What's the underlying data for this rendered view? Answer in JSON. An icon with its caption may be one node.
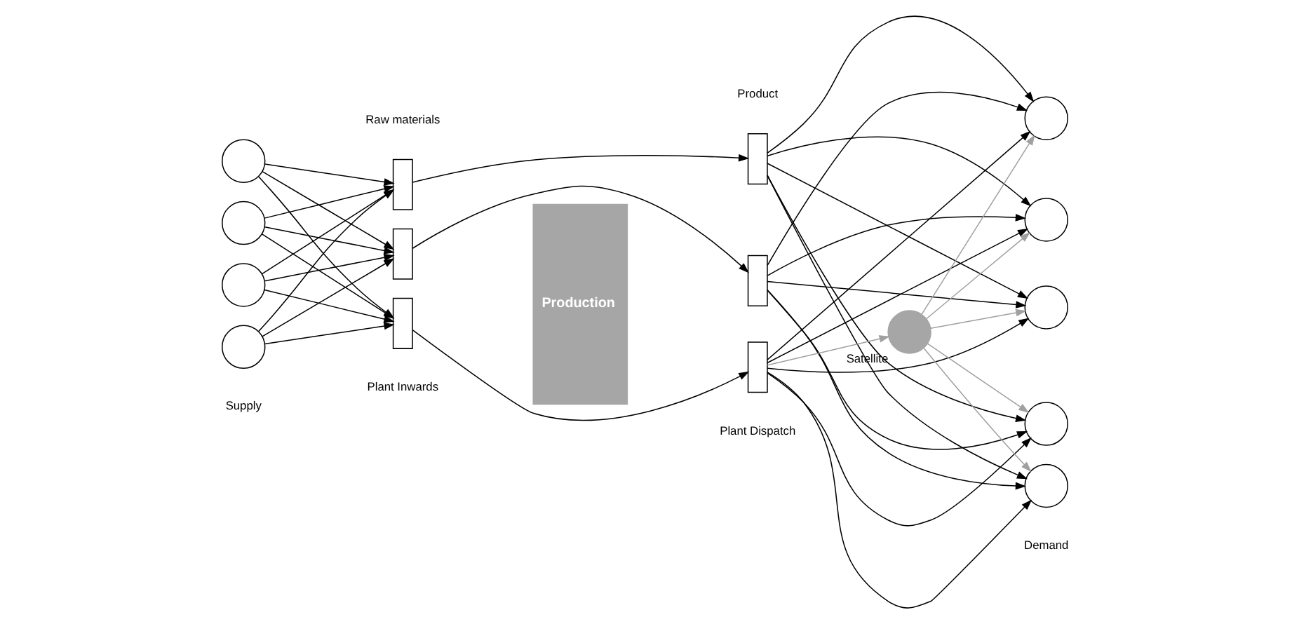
{
  "diagram": {
    "nodes": [
      {
        "text": [],
        "shape": "circle"
      },
      {
        "text": [],
        "shape": "circle"
      },
      {
        "text": [],
        "shape": "circle"
      },
      {
        "text": [],
        "shape": "circle"
      },
      {
        "text": [],
        "shape": "box"
      },
      {
        "text": [],
        "shape": "box"
      },
      {
        "text": [],
        "shape": "box"
      },
      {
        "text": [
          "Production"
        ]
      },
      {
        "text": [],
        "shape": "box"
      },
      {
        "text": [],
        "shape": "box"
      },
      {
        "text": [],
        "shape": "box"
      },
      {
        "text": [],
        "shape": "circle",
        "beside": [
          "Satellite"
        ]
      },
      {
        "text": [],
        "shape": "circle"
      },
      {
        "text": [],
        "shape": "circle"
      },
      {
        "text": [],
        "shape": "circle"
      },
      {
        "text": [],
        "shape": "circle"
      },
      {
        "text": [],
        "shape": "circle"
      }
    ],
    "edges": [
      {
        "from": 0,
        "to": 4,
        "arrow": "to"
      },
      {
        "from": 0,
        "to": 5,
        "arrow": "to"
      },
      {
        "from": 0,
        "to": 6,
        "arrow": "to"
      },
      {
        "from": 1,
        "to": 4,
        "arrow": "to"
      },
      {
        "from": 1,
        "to": 5,
        "arrow": "to"
      },
      {
        "from": 1,
        "to": 6,
        "arrow": "to"
      },
      {
        "from": 2,
        "to": 4,
        "arrow": "to"
      },
      {
        "from": 2,
        "to": 5,
        "arrow": "to"
      },
      {
        "from": 2,
        "to": 6,
        "arrow": "to"
      },
      {
        "from": 3,
        "to": 4,
        "arrow": "to"
      },
      {
        "from": 3,
        "to": 5,
        "arrow": "to"
      },
      {
        "from": 3,
        "to": 6,
        "arrow": "to"
      },
      {
        "from": 4,
        "to": 8,
        "arrow": "to"
      },
      {
        "from": 5,
        "to": 9,
        "arrow": "to"
      },
      {
        "from": 6,
        "to": 10,
        "arrow": "to"
      },
      {
        "from": 8,
        "to": 12,
        "arrow": "to"
      },
      {
        "from": 8,
        "to": 13,
        "arrow": "to"
      },
      {
        "from": 8,
        "to": 14,
        "arrow": "to"
      },
      {
        "from": 8,
        "to": 15,
        "arrow": "to"
      },
      {
        "from": 8,
        "to": 16,
        "arrow": "to"
      },
      {
        "from": 9,
        "to": 12,
        "arrow": "to"
      },
      {
        "from": 9,
        "to": 13,
        "arrow": "to"
      },
      {
        "from": 9,
        "to": 14,
        "arrow": "to"
      },
      {
        "from": 9,
        "to": 15,
        "arrow": "to"
      },
      {
        "from": 9,
        "to": 16,
        "arrow": "to"
      },
      {
        "from": 10,
        "to": 12,
        "arrow": "to"
      },
      {
        "from": 10,
        "to": 13,
        "arrow": "to"
      },
      {
        "from": 10,
        "to": 14,
        "arrow": "to"
      },
      {
        "from": 10,
        "to": 15,
        "arrow": "to"
      },
      {
        "from": 10,
        "to": 16,
        "arrow": "to"
      },
      {
        "from": 10,
        "to": 11,
        "arrow": "to",
        "color": "#a0a0a0"
      },
      {
        "from": 11,
        "to": 12,
        "arrow": "to",
        "color": "#a0a0a0"
      },
      {
        "from": 11,
        "to": 13,
        "arrow": "to",
        "color": "#a0a0a0"
      },
      {
        "from": 11,
        "to": 14,
        "arrow": "to",
        "color": "#a0a0a0"
      },
      {
        "from": 11,
        "to": 15,
        "arrow": "to",
        "color": "#a0a0a0"
      },
      {
        "from": 11,
        "to": 16,
        "arrow": "to",
        "color": "#a0a0a0"
      }
    ],
    "labels": [
      "Raw materials",
      "Product",
      "Supply",
      "Plant Inwards",
      "Plant Dispatch",
      "Demand"
    ]
  }
}
